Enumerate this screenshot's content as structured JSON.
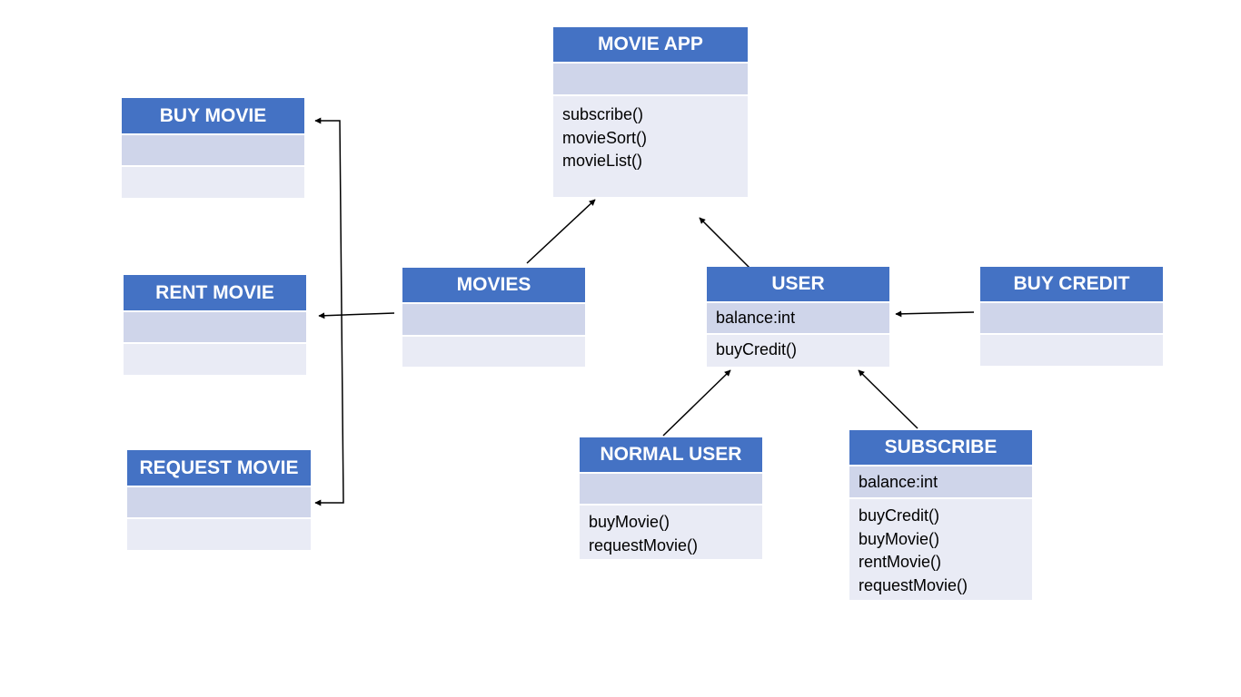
{
  "colors": {
    "header": "#4472c4",
    "attribute_band": "#cfd5ea",
    "method_band": "#e9ebf5",
    "connector": "#000000"
  },
  "classes": {
    "movie_app": {
      "title": "MOVIE APP",
      "attributes": [],
      "methods": [
        "subscribe()",
        "movieSort()",
        "movieList()"
      ]
    },
    "buy_movie": {
      "title": "BUY MOVIE",
      "attributes": [],
      "methods": []
    },
    "rent_movie": {
      "title": "RENT MOVIE",
      "attributes": [],
      "methods": []
    },
    "request_movie": {
      "title": "REQUEST MOVIE",
      "attributes": [],
      "methods": []
    },
    "movies": {
      "title": "MOVIES",
      "attributes": [],
      "methods": []
    },
    "user": {
      "title": "USER",
      "attributes": [
        "balance:int"
      ],
      "methods": [
        "buyCredit()"
      ]
    },
    "buy_credit": {
      "title": "BUY CREDIT",
      "attributes": [],
      "methods": []
    },
    "normal_user": {
      "title": "NORMAL USER",
      "attributes": [],
      "methods": [
        "buyMovie()",
        "requestMovie()"
      ]
    },
    "subscribe": {
      "title": "SUBSCRIBE",
      "attributes": [
        "balance:int"
      ],
      "methods": [
        "buyCredit()",
        "buyMovie()",
        "rentMovie()",
        "requestMovie()"
      ]
    }
  },
  "connections": [
    {
      "from": "movies",
      "to": "movie_app"
    },
    {
      "from": "user",
      "to": "movie_app"
    },
    {
      "from": "movies",
      "to": "rent_movie"
    },
    {
      "from": "movies",
      "to": "buy_movie"
    },
    {
      "from": "movies",
      "to": "request_movie"
    },
    {
      "from": "buy_credit",
      "to": "user"
    },
    {
      "from": "normal_user",
      "to": "user"
    },
    {
      "from": "subscribe",
      "to": "user"
    }
  ]
}
